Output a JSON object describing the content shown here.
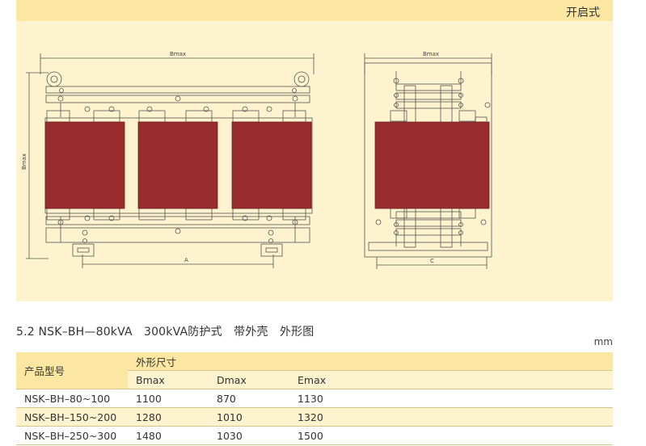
{
  "header": {
    "type_label": "开启式"
  },
  "drawing": {
    "front_width_label": "Bmax",
    "front_height_label": "Bmax",
    "front_spacing_label": "A",
    "side_width_label": "Bmax",
    "side_spacing_label": "C",
    "colors": {
      "coil": "#982c2f",
      "line": "#555555",
      "panel": "#fdf3cf"
    }
  },
  "section": {
    "title": "5.2 NSK–BH—80kVA　300kVA防护式　带外壳　外形图"
  },
  "table": {
    "unit": "mm",
    "row_header": "产品型号",
    "group_header": "外形尺寸",
    "columns": [
      "Bmax",
      "Dmax",
      "Emax"
    ],
    "rows": [
      {
        "model": "NSK–BH–80~100",
        "values": [
          "1100",
          "870",
          "1130"
        ]
      },
      {
        "model": "NSK–BH–150~200",
        "values": [
          "1280",
          "1010",
          "1320"
        ]
      },
      {
        "model": "NSK–BH–250~300",
        "values": [
          "1480",
          "1030",
          "1500"
        ]
      }
    ]
  }
}
